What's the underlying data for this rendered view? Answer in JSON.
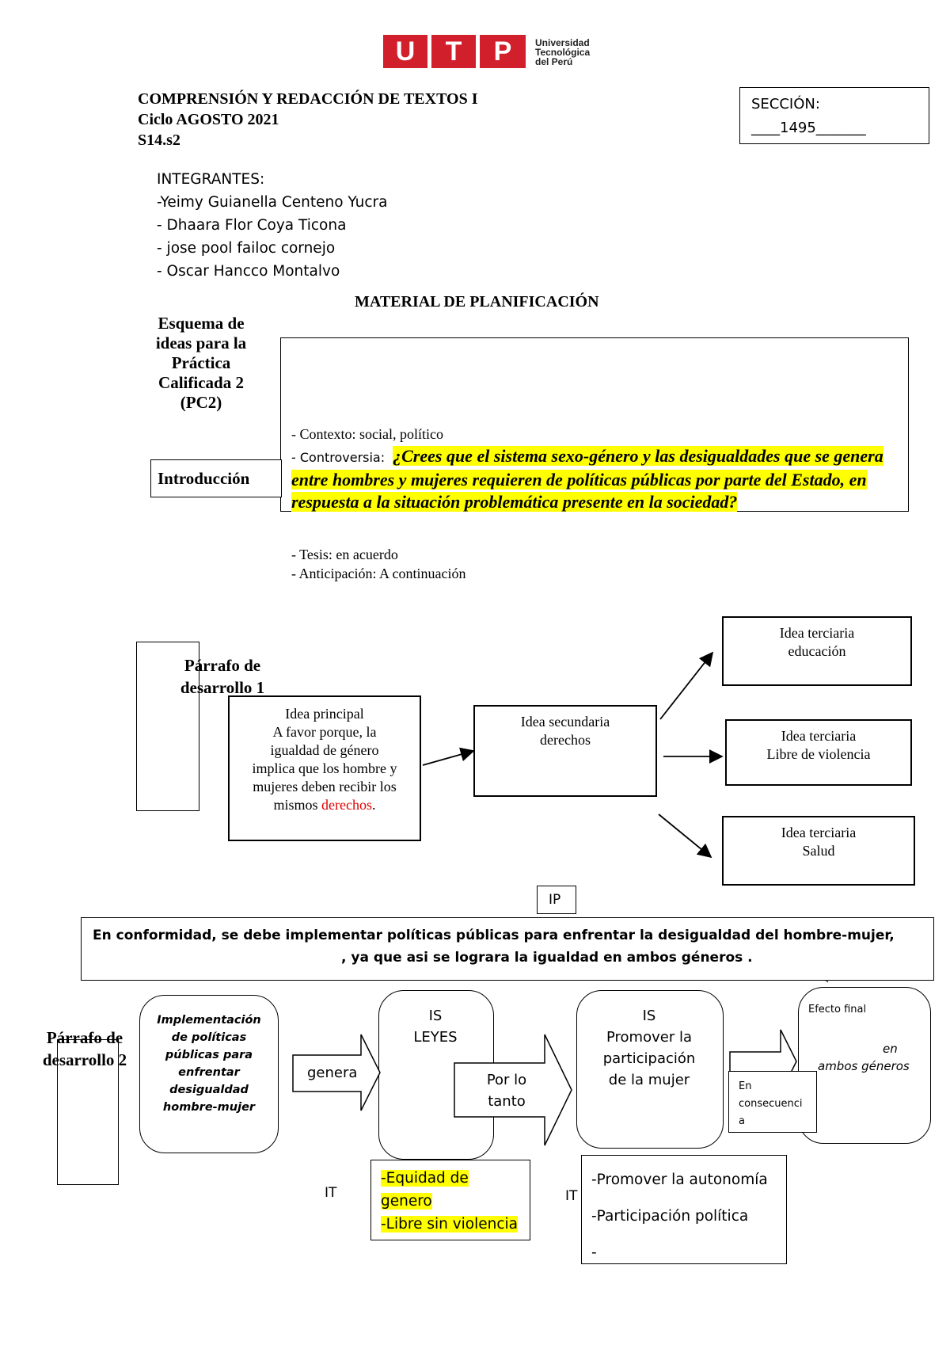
{
  "logo": {
    "letters": [
      "U",
      "T",
      "P"
    ],
    "line1": "Universidad",
    "line2": "Tecnológica",
    "line3": "del Perú",
    "color": "#d11f2c"
  },
  "header": {
    "course": "COMPRENSIÓN Y REDACCIÓN DE TEXTOS I",
    "cycle": "Ciclo AGOSTO 2021",
    "session": "S14.s2"
  },
  "section": {
    "label": "SECCIÓN:",
    "value": "____1495_______"
  },
  "members": {
    "title": "INTEGRANTES:",
    "names": [
      "-Yeimy Guianella Centeno Yucra",
      "- Dhaara Flor Coya Ticona",
      "- jose pool failoc cornejo",
      "- Oscar Hancco Montalvo"
    ]
  },
  "planning_title": "MATERIAL DE PLANIFICACIÓN",
  "schema_label": [
    "Esquema de",
    "ideas para la",
    "Práctica",
    "Calificada 2",
    "(PC2)"
  ],
  "intro": {
    "label": "Introducción",
    "context": "- Contexto: social, político",
    "controversy_label": "- Controversia:",
    "controversy_question": "¿Crees que el sistema sexo-género y las desigualdades que se genera entre hombres y mujeres requieren de políticas públicas por parte del Estado, en respuesta a la situación problemática presente en la sociedad?",
    "thesis": "- Tesis: en acuerdo",
    "anticipation": "- Anticipación: A continuación"
  },
  "p1": {
    "label_line1": "Párrafo de",
    "label_line2": "desarrollo 1",
    "main_idea": {
      "title": "Idea principal",
      "lines": [
        "A favor porque, la",
        "igualdad de género",
        "implica que los hombre y",
        "mujeres deben recibir los"
      ],
      "last_prefix": "mismos ",
      "last_red": "derechos",
      "last_suffix": "."
    },
    "secondary": {
      "title": "Idea secundaria",
      "text": "derechos"
    },
    "tertiary": [
      {
        "title": "Idea terciaria",
        "text": "educación"
      },
      {
        "title": "Idea terciaria",
        "text": "Libre de violencia"
      },
      {
        "title": "Idea terciaria",
        "text": "Salud"
      }
    ]
  },
  "p2": {
    "ip_label": "IP",
    "main_line1": "En conformidad, se debe implementar políticas públicas para enfrentar la desigualdad del hombre-mujer,",
    "main_line2": ", ya que asi se lograra la igualdad en ambos géneros .",
    "label_line1": "Párrafo de",
    "label_line2": "desarrollo 2",
    "implementation": [
      "Implementación",
      "de políticas",
      "públicas para",
      "enfrentar",
      "desigualdad",
      "hombre-mujer"
    ],
    "arrow_genera": "genera",
    "is_laws": {
      "line1": "IS",
      "line2": "LEYES"
    },
    "arrow_portanto": {
      "line1": "Por lo",
      "line2": "tanto"
    },
    "is_promote": [
      "IS",
      "Promover la",
      "participación",
      "de la mujer"
    ],
    "consequence": [
      "En",
      "consecuenci",
      "a"
    ],
    "final": {
      "title": "Efecto final",
      "line1": "en",
      "line2": "ambos géneros"
    },
    "it_label_1": "IT",
    "it_list_1": [
      "-Equidad de",
      "genero",
      "-Libre sin violencia"
    ],
    "it_label_2": "IT",
    "it_list_2": [
      "-Promover la autonomía",
      "-Participación política",
      "-"
    ]
  }
}
